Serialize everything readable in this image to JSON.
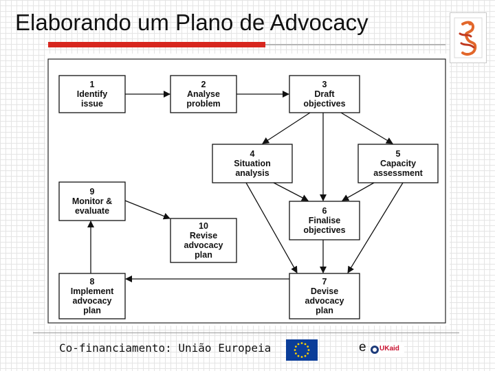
{
  "slide": {
    "title": "Elaborando um Plano de Advocacy",
    "footer_text": "Co-financiamento:  União Europeia",
    "footer_conjunction": "e",
    "ukaid_label": "UKaid"
  },
  "colors": {
    "accent_red": "#d7261e",
    "eu_blue": "#0a3d99",
    "eu_star": "#ffd200",
    "ukaid_red": "#c8102e"
  },
  "diagram": {
    "steps": [
      {
        "id": "1",
        "lines": [
          "1",
          "Identify",
          "issue"
        ]
      },
      {
        "id": "2",
        "lines": [
          "2",
          "Analyse",
          "problem"
        ]
      },
      {
        "id": "3",
        "lines": [
          "3",
          "Draft",
          "objectives"
        ]
      },
      {
        "id": "4",
        "lines": [
          "4",
          "Situation",
          "analysis"
        ]
      },
      {
        "id": "5",
        "lines": [
          "5",
          "Capacity",
          "assessment"
        ]
      },
      {
        "id": "6",
        "lines": [
          "6",
          "Finalise",
          "objectives"
        ]
      },
      {
        "id": "7",
        "lines": [
          "7",
          "Devise",
          "advocacy",
          "plan"
        ]
      },
      {
        "id": "8",
        "lines": [
          "8",
          "Implement",
          "advocacy",
          "plan"
        ]
      },
      {
        "id": "9",
        "lines": [
          "9",
          "Monitor &",
          "evaluate"
        ]
      },
      {
        "id": "10",
        "lines": [
          "10",
          "Revise",
          "advocacy",
          "plan"
        ]
      }
    ],
    "flows": [
      {
        "from": "1",
        "to": "2"
      },
      {
        "from": "2",
        "to": "3"
      },
      {
        "from": "3",
        "to": "4"
      },
      {
        "from": "3",
        "to": "5"
      },
      {
        "from": "3",
        "to": "6"
      },
      {
        "from": "4",
        "to": "6"
      },
      {
        "from": "5",
        "to": "6"
      },
      {
        "from": "4",
        "to": "7"
      },
      {
        "from": "5",
        "to": "7"
      },
      {
        "from": "6",
        "to": "7"
      },
      {
        "from": "7",
        "to": "8"
      },
      {
        "from": "8",
        "to": "9"
      },
      {
        "from": "9",
        "to": "10"
      }
    ]
  }
}
